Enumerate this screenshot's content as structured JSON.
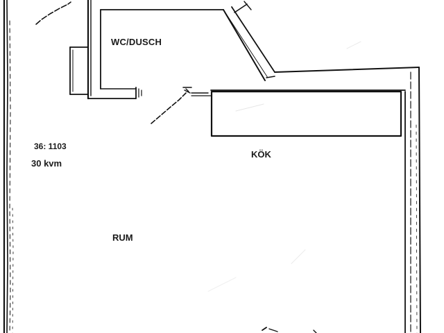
{
  "rooms": {
    "bathroom": "WC/DUSCH",
    "kitchen": "KÖK",
    "living": "RUM"
  },
  "apartment": {
    "number": "36: 1103",
    "area": "30 kvm"
  },
  "colors": {
    "ink": "#111111",
    "paper": "#ffffff"
  }
}
